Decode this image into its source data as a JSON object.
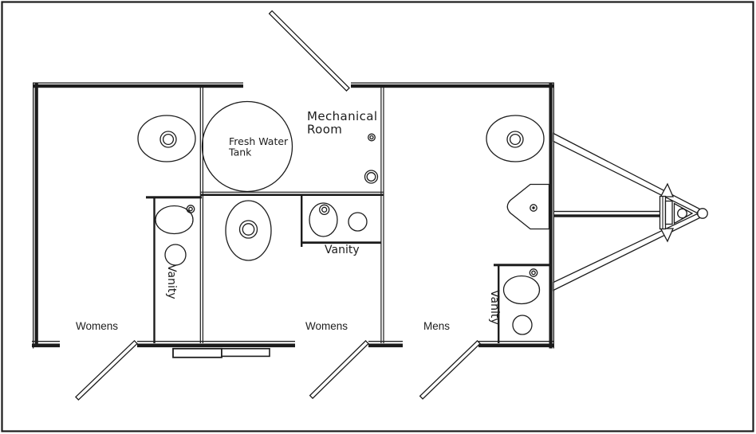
{
  "drawing": {
    "type": "floor-plan",
    "background": "#ffffff",
    "line_color": "#1c1c1c",
    "rooms": {
      "womens_left": {
        "label": "Womens"
      },
      "womens_middle": {
        "label": "Womens"
      },
      "mens": {
        "label": "Mens"
      },
      "mechanical": {
        "label_line1": "Mechanical",
        "label_line2": "Room"
      }
    },
    "equipment": {
      "fresh_water_tank": {
        "label_line1": "Fresh Water",
        "label_line2": "Tank"
      },
      "vanity_womens_left": {
        "label": "Vanity"
      },
      "vanity_womens_middle": {
        "label": "Vanity"
      },
      "vanity_mens": {
        "label": "Vanity"
      }
    }
  }
}
